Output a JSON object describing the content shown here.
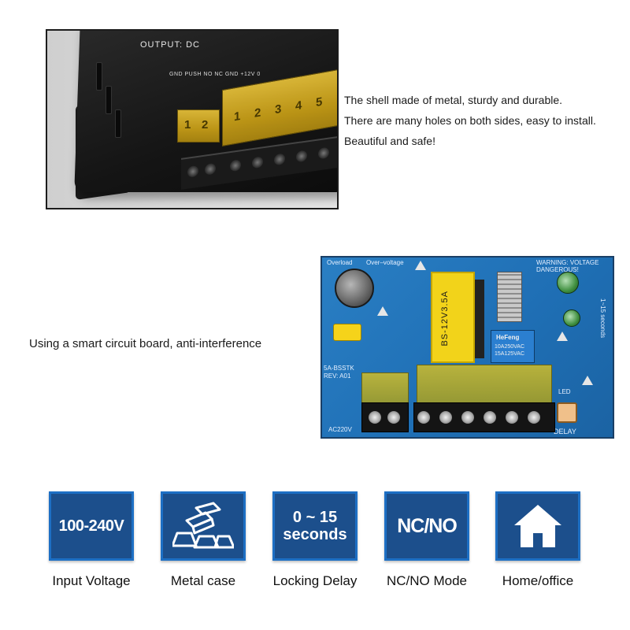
{
  "top_section": {
    "device_text": "OUTPUT: DC",
    "device_pins": "GND PUSH NO NC GND +12V 0",
    "terminal_left_nums": [
      "1",
      "2"
    ],
    "terminal_right_nums": [
      "1",
      "2",
      "3",
      "4",
      "5"
    ],
    "caption_lines": [
      "The shell made of metal, sturdy and durable.",
      "There are many holes on both sides, easy to install.",
      "Beautiful and safe!"
    ]
  },
  "middle_section": {
    "caption": "Using a smart circuit board, anti-interference",
    "board": {
      "label_overload": "Overload",
      "label_overvoltage": "Over–voltage",
      "label_warning": "WARNING: VOLTAGE DANGEROUS!",
      "transformer_text": "BS-12V3.5A",
      "relay_brand": "HeFeng",
      "relay_specs": "10A250VAC 15A125VAC",
      "model_text": "5A-BSSTK REV: A01",
      "label_led": "LED",
      "label_delay": "DELAY",
      "label_seconds": "1~15 seconds",
      "label_ac220v": "AC220V"
    }
  },
  "features": [
    {
      "box_text": "100-240V",
      "label": "Input Voltage",
      "icon": "text"
    },
    {
      "box_text": "",
      "label": "Metal case",
      "icon": "metal-ingots-icon"
    },
    {
      "box_text": "0 ~ 15 seconds",
      "box_line1": "0 ~ 15",
      "box_line2": "seconds",
      "label": "Locking Delay",
      "icon": "text"
    },
    {
      "box_text": "NC/NO",
      "label": "NC/NO Mode",
      "icon": "text"
    },
    {
      "box_text": "",
      "label": "Home/office",
      "icon": "house-icon"
    }
  ],
  "colors": {
    "feature_box_fill": "#1c4f8c",
    "feature_box_border": "#1d6fc4",
    "board_blue": "#2a7fc4",
    "terminal_yellow": "#e8c23a"
  }
}
